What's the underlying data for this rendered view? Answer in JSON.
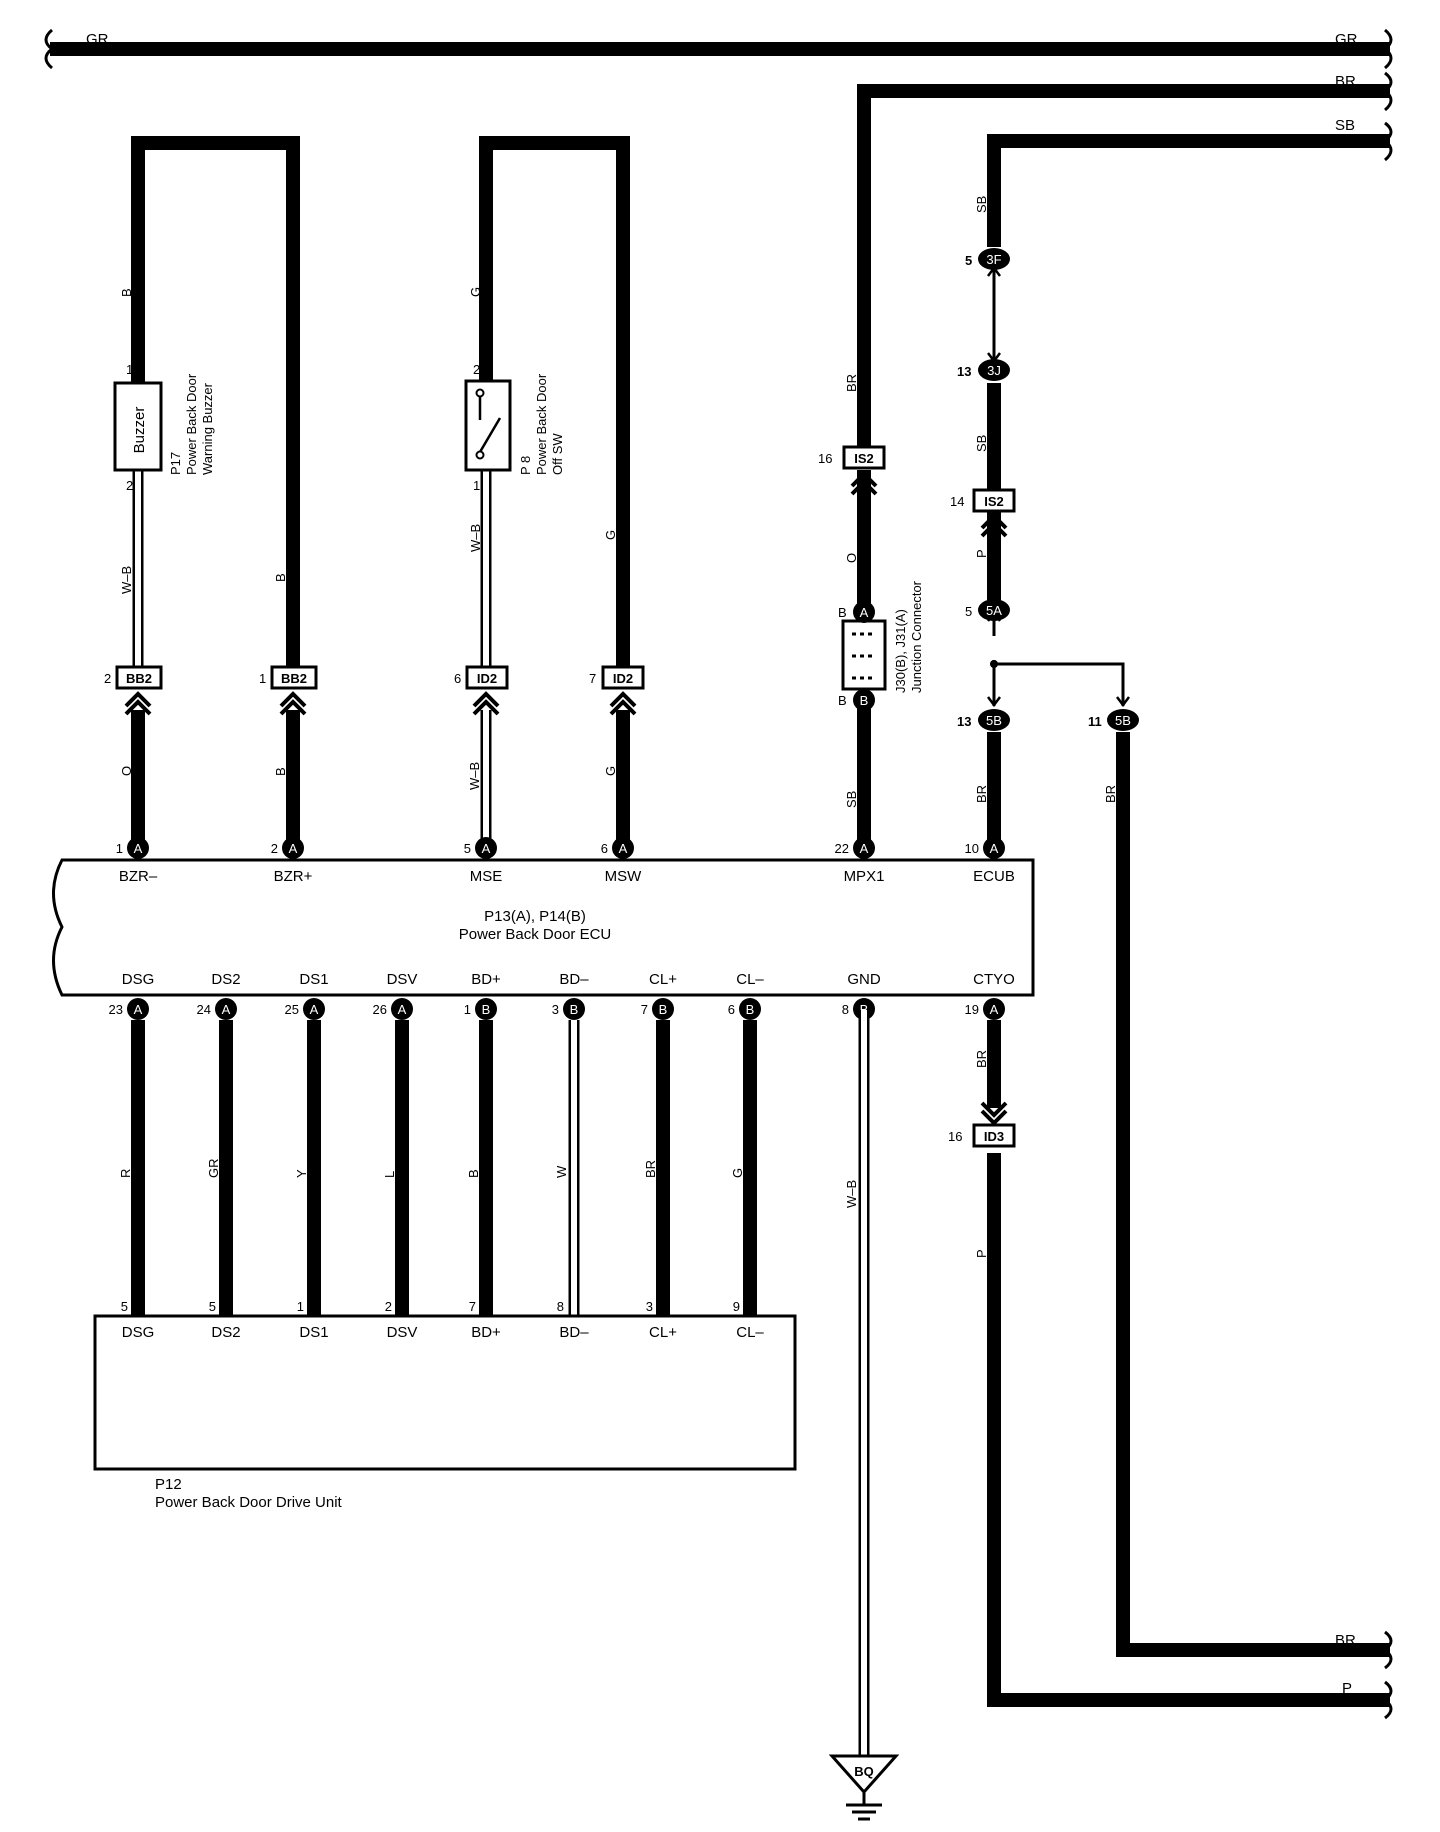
{
  "bus_labels": {
    "gr_left": "GR",
    "gr_right": "GR",
    "br_top": "BR",
    "sb_top": "SB",
    "br_bottom": "BR",
    "p_bottom": "P"
  },
  "buzzer": {
    "label": "Buzzer",
    "ref": "P17",
    "name1": "Power Back Door",
    "name2": "Warning Buzzer",
    "pin_top": "1",
    "pin_bottom": "2"
  },
  "offsw": {
    "ref": "P 8",
    "name1": "Power Back Door",
    "name2": "Off SW",
    "pin_top": "2",
    "pin_bottom": "1"
  },
  "junction": {
    "ref": "J30(B), J31(A)",
    "name": "Junction Connector",
    "pin_a": "B",
    "pin_b": "B"
  },
  "ecu": {
    "ref": "P13(A), P14(B)",
    "name": "Power Back Door ECU",
    "top_pins": [
      {
        "num": "1",
        "conn": "A",
        "label": "BZR–"
      },
      {
        "num": "2",
        "conn": "A",
        "label": "BZR+"
      },
      {
        "num": "5",
        "conn": "A",
        "label": "MSE"
      },
      {
        "num": "6",
        "conn": "A",
        "label": "MSW"
      },
      {
        "num": "22",
        "conn": "A",
        "label": "MPX1"
      },
      {
        "num": "10",
        "conn": "A",
        "label": "ECUB"
      }
    ],
    "bottom_pins": [
      {
        "num": "23",
        "conn": "A",
        "label": "DSG"
      },
      {
        "num": "24",
        "conn": "A",
        "label": "DS2"
      },
      {
        "num": "25",
        "conn": "A",
        "label": "DS1"
      },
      {
        "num": "26",
        "conn": "A",
        "label": "DSV"
      },
      {
        "num": "1",
        "conn": "B",
        "label": "BD+"
      },
      {
        "num": "3",
        "conn": "B",
        "label": "BD–"
      },
      {
        "num": "7",
        "conn": "B",
        "label": "CL+"
      },
      {
        "num": "6",
        "conn": "B",
        "label": "CL–"
      },
      {
        "num": "8",
        "conn": "B",
        "label": "GND"
      },
      {
        "num": "19",
        "conn": "A",
        "label": "CTYO"
      }
    ]
  },
  "drive_unit": {
    "ref": "P12",
    "name": "Power Back Door Drive Unit",
    "pins": [
      {
        "num": "5",
        "label": "DSG"
      },
      {
        "num": "5",
        "label": "DS2"
      },
      {
        "num": "1",
        "label": "DS1"
      },
      {
        "num": "2",
        "label": "DSV"
      },
      {
        "num": "7",
        "label": "BD+"
      },
      {
        "num": "8",
        "label": "BD–"
      },
      {
        "num": "3",
        "label": "CL+"
      },
      {
        "num": "9",
        "label": "CL–"
      }
    ]
  },
  "wire_colors_upper": {
    "buzz_top": "B",
    "buzz_low": "W–B",
    "bb2r_top": "B",
    "sw_top": "G",
    "sw_low": "W–B",
    "msw_top": "G",
    "mpx_top": "BR",
    "mpx_mid": "O",
    "ecub_sb1": "SB",
    "ecub_sb2": "SB",
    "ecub_p": "P"
  },
  "wire_colors_lower": {
    "c1": "O",
    "c2": "B",
    "c3": "W–B",
    "c4": "G",
    "mpx": "SB",
    "ecub": "BR",
    "br11": "BR"
  },
  "wire_colors_bottom": [
    "R",
    "GR",
    "Y",
    "L",
    "B",
    "W",
    "BR",
    "G"
  ],
  "gnd_wire": "W–B",
  "ctyo_wire_top": "BR",
  "ctyo_wire_bottom": "P",
  "ground": "BQ",
  "connectors": {
    "bb2_l": {
      "pin": "2",
      "id": "BB2"
    },
    "bb2_r": {
      "pin": "1",
      "id": "BB2"
    },
    "id2_l": {
      "pin": "6",
      "id": "ID2"
    },
    "id2_r": {
      "pin": "7",
      "id": "ID2"
    },
    "is2_a": {
      "pin": "16",
      "id": "IS2"
    },
    "is2_b": {
      "pin": "14",
      "id": "IS2"
    },
    "id3": {
      "pin": "16",
      "id": "ID3"
    },
    "c3f": {
      "pin": "5",
      "id": "3F"
    },
    "c3j": {
      "pin": "13",
      "id": "3J"
    },
    "c5a": {
      "pin": "5",
      "id": "5A"
    },
    "c5b_l": {
      "pin": "13",
      "id": "5B"
    },
    "c5b_r": {
      "pin": "11",
      "id": "5B"
    }
  }
}
